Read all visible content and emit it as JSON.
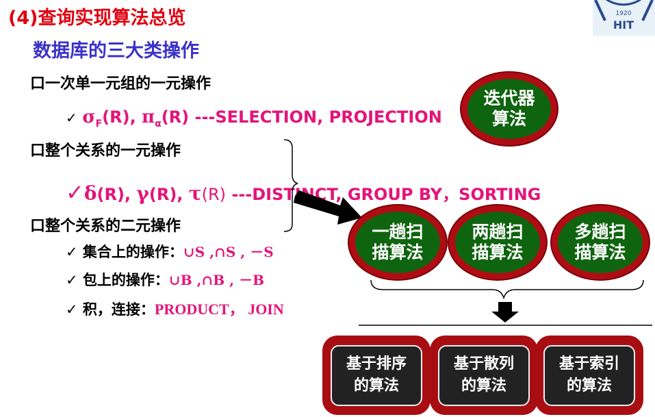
{
  "header": {
    "title": "(4)查询实现算法总览",
    "subtitle": "数据库的三大类操作",
    "logo_text": "HIT",
    "logo_year": "1920"
  },
  "sections": {
    "s1": {
      "bullet": "口",
      "label": "一次单一元组的一元操作"
    },
    "s2": {
      "bullet": "口",
      "label": "整个关系的一元操作"
    },
    "s3": {
      "bullet": "口",
      "label": "整个关系的二元操作"
    }
  },
  "line1": {
    "check": "✓",
    "sigma": "σ",
    "sigma_sub": "F",
    "sigma_arg": "(R), ",
    "pi": "π",
    "pi_sub": "α",
    "pi_arg": "(R)",
    "text": " ---SELECTION, PROJECTION"
  },
  "line2": {
    "check": "✓",
    "delta": "δ",
    "delta_arg": "(R), ",
    "gamma": "γ",
    "gamma_arg": "(R), ",
    "tau": "τ",
    "tau_arg": "(R)",
    "text": " ---DISTINCT, GROUP BY，SORTING"
  },
  "sub_items": [
    {
      "check": "✓",
      "label": "集合上的操作：",
      "op1": "∪",
      "s1": "S",
      "sep1": " ,",
      "op2": "∩",
      "s2": "S",
      "sep2": " , ",
      "op3": "－",
      "s3": "S"
    },
    {
      "check": "✓",
      "label": "包上的操作：",
      "op1": "∪",
      "s1": "B",
      "sep1": " ,",
      "op2": "∩",
      "s2": "B",
      "sep2": " , ",
      "op3": "－",
      "s3": "B"
    },
    {
      "check": "✓",
      "label": "积，连接：",
      "value": "PRODUCT， JOIN"
    }
  ],
  "algorithms": {
    "iterator": "迭代器\n算法",
    "scans": [
      "一趟扫\n描算法",
      "两趟扫\n描算法",
      "多趟扫\n描算法"
    ],
    "bases": [
      "基于排序\n的算法",
      "基于散列\n的算法",
      "基于索引\n的算法"
    ]
  },
  "colors": {
    "title": "#e0000f",
    "subtitle": "#3a32c8",
    "accent": "#e4137a",
    "ellipse_fill": "#0f640f",
    "ellipse_border": "#b00c14",
    "box_outer": "#a80d12",
    "box_inner": "#222222"
  }
}
